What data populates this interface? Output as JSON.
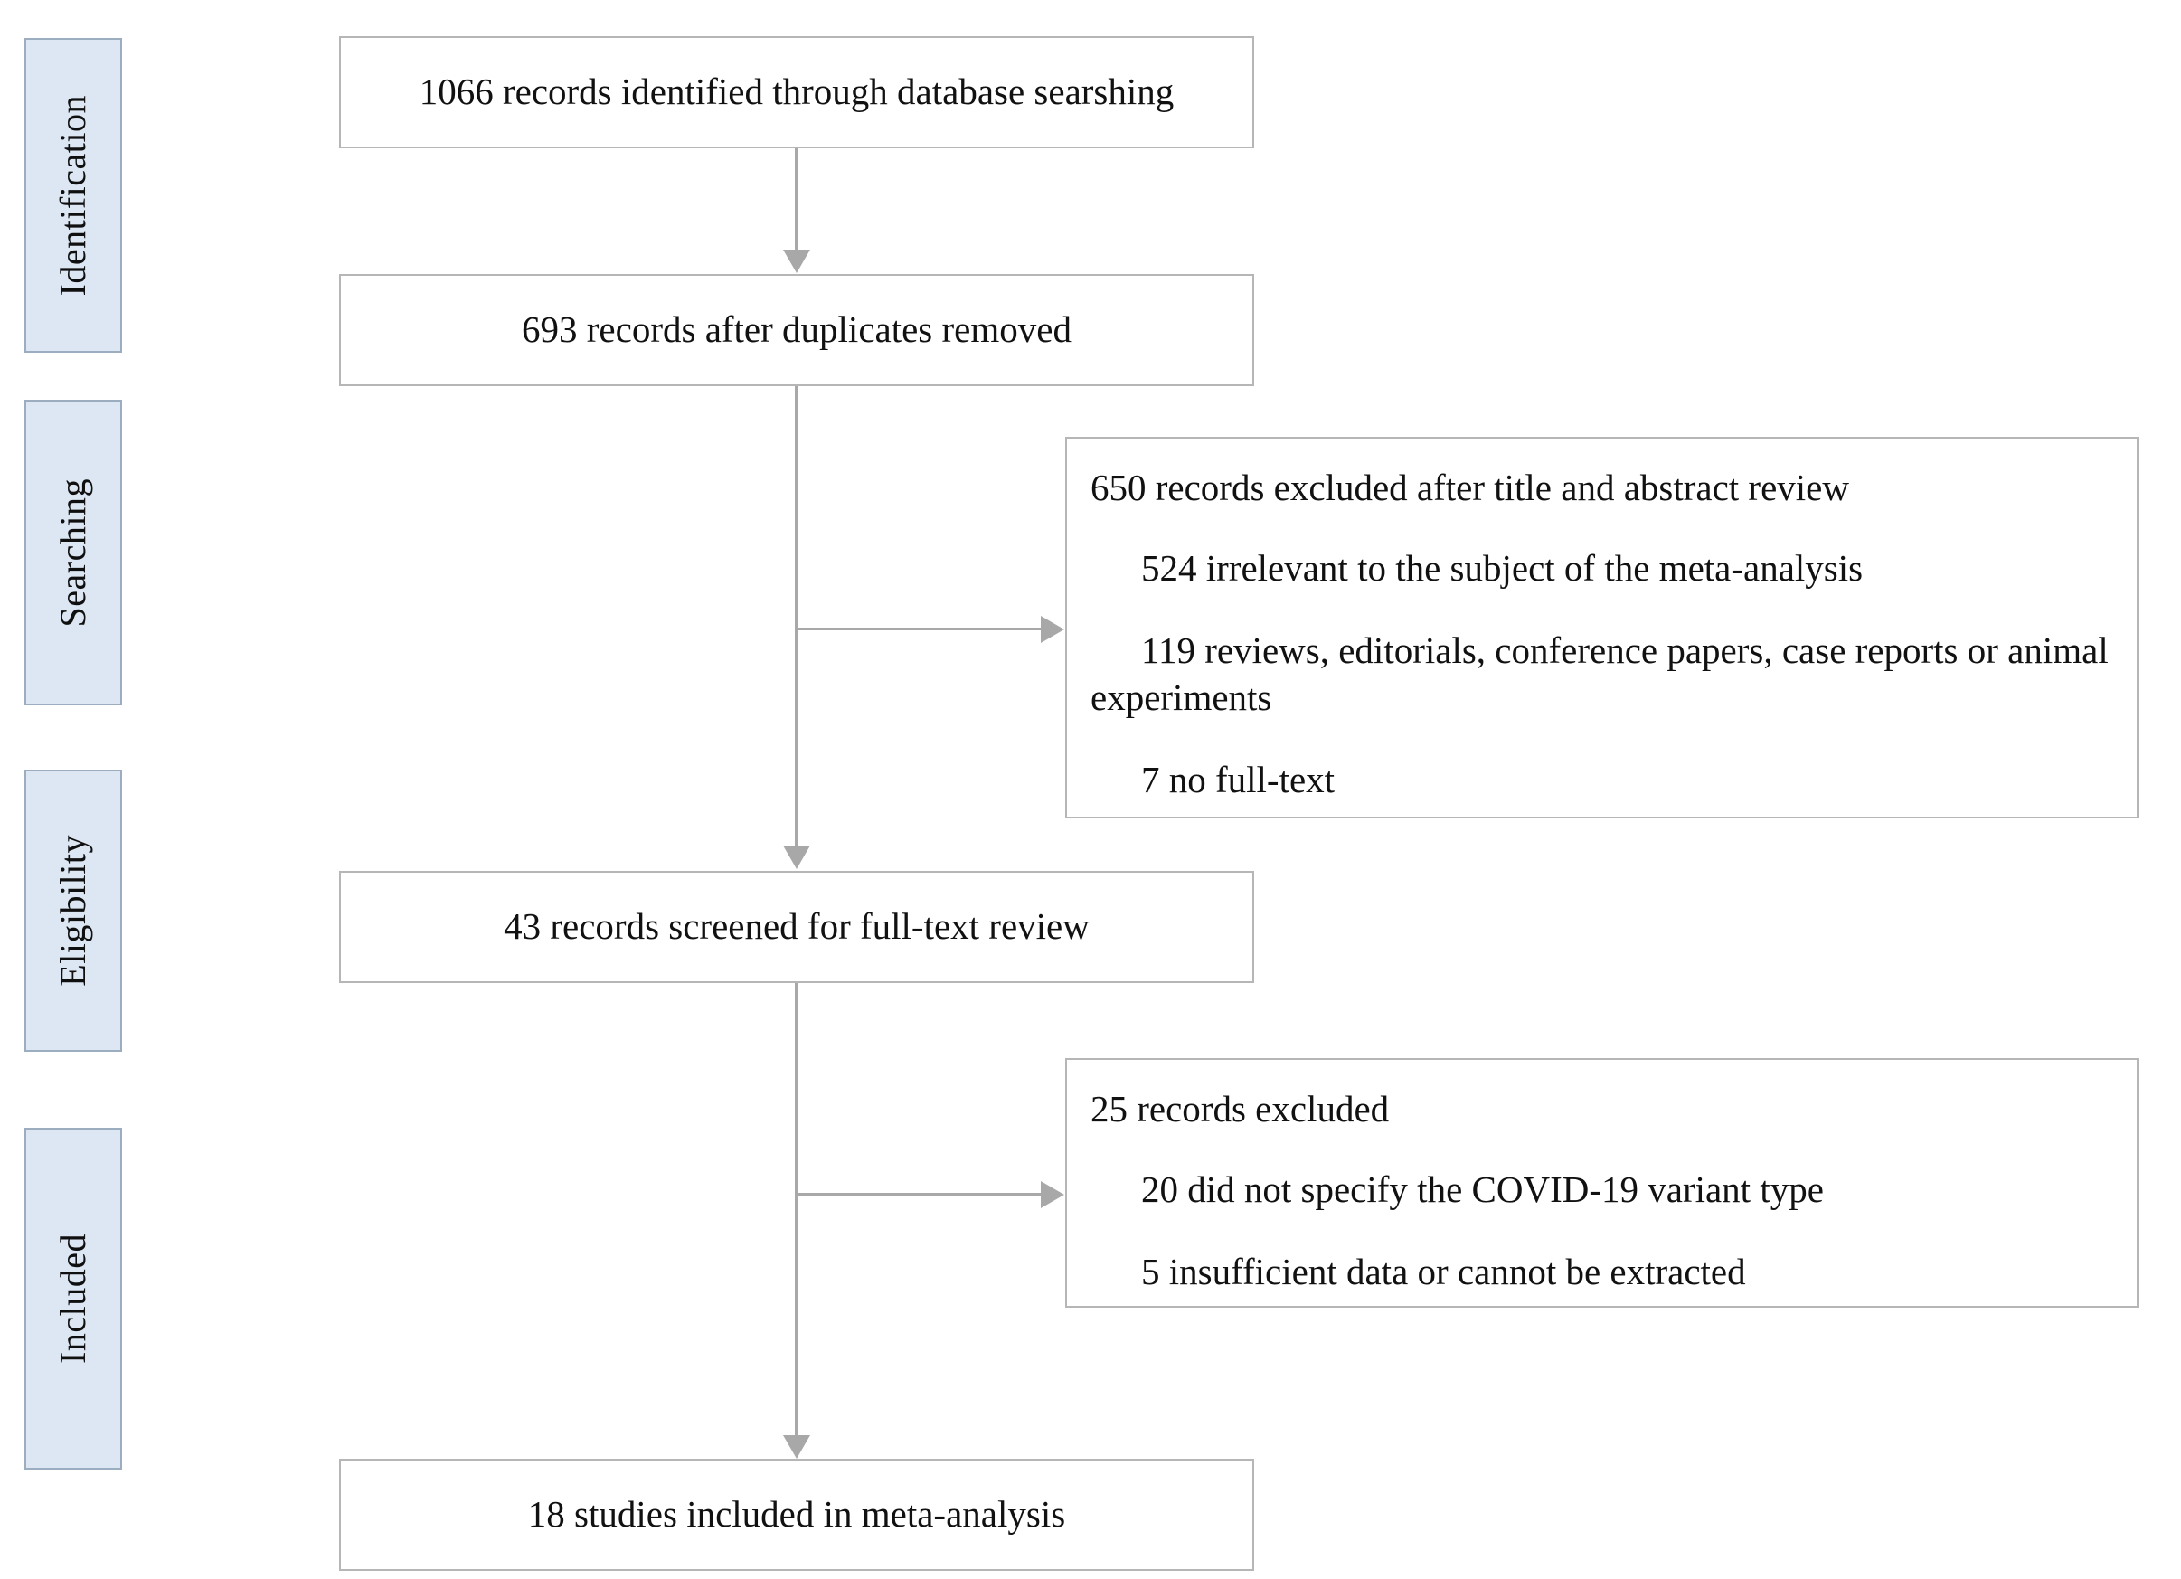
{
  "diagram": {
    "type": "prisma-flow-diagram",
    "stages": [
      {
        "key": "identification",
        "label": "Identification"
      },
      {
        "key": "searching",
        "label": "Searching"
      },
      {
        "key": "eligibility",
        "label": "Eligibility"
      },
      {
        "key": "included",
        "label": "Included"
      }
    ],
    "flow_boxes": [
      {
        "key": "identified",
        "text": "1066 records identified through database searshing",
        "count": 1066
      },
      {
        "key": "after_duplicates",
        "text": "693 records after duplicates removed",
        "count": 693
      },
      {
        "key": "screened_fulltext",
        "text": "43 records screened for full-text review",
        "count": 43
      },
      {
        "key": "included_studies",
        "text": "18 studies included in meta-analysis",
        "count": 18
      }
    ],
    "exclusion_boxes": [
      {
        "key": "title_abstract_exclusion",
        "heading": "650 records excluded after title and abstract review",
        "count": 650,
        "items": [
          {
            "text": "524 irrelevant to the subject of the meta-analysis",
            "count": 524
          },
          {
            "text": "119 reviews, editorials, conference papers, case reports or animal experiments",
            "count": 119
          },
          {
            "text": "7 no full-text",
            "count": 7
          }
        ]
      },
      {
        "key": "fulltext_exclusion",
        "heading": "25 records excluded",
        "count": 25,
        "items": [
          {
            "text": "20 did not specify the COVID-19 variant type",
            "count": 20
          },
          {
            "text": "5 insufficient data or cannot be extracted",
            "count": 5
          }
        ]
      }
    ],
    "colors": {
      "stage_fill": "#dce7f3",
      "stage_border": "#9badbf",
      "box_border": "#b6b6b6",
      "connector": "#a8a8a8",
      "text": "#111111",
      "background": "#ffffff"
    }
  }
}
